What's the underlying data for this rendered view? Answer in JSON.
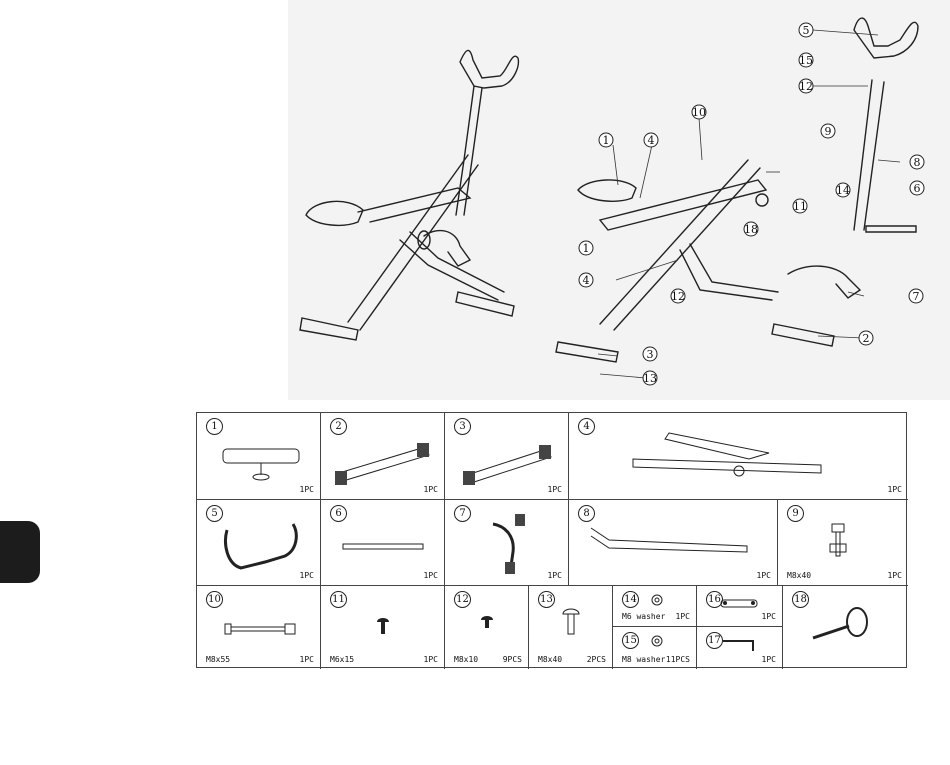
{
  "callouts": [
    "1",
    "2",
    "3",
    "4",
    "5",
    "6",
    "7",
    "8",
    "9",
    "10",
    "11",
    "12",
    "13",
    "14",
    "15",
    "16",
    "17",
    "18"
  ],
  "parts": [
    {
      "num": "1",
      "qty": "1PC",
      "spec": ""
    },
    {
      "num": "2",
      "qty": "1PC",
      "spec": ""
    },
    {
      "num": "3",
      "qty": "1PC",
      "spec": ""
    },
    {
      "num": "4",
      "qty": "1PC",
      "spec": ""
    },
    {
      "num": "5",
      "qty": "1PC",
      "spec": ""
    },
    {
      "num": "6",
      "qty": "1PC",
      "spec": ""
    },
    {
      "num": "7",
      "qty": "1PC",
      "spec": ""
    },
    {
      "num": "8",
      "qty": "1PC",
      "spec": ""
    },
    {
      "num": "9",
      "qty": "1PC",
      "spec": "M8x40"
    },
    {
      "num": "10",
      "qty": "1PC",
      "spec": "M8x55"
    },
    {
      "num": "11",
      "qty": "1PC",
      "spec": "M6x15"
    },
    {
      "num": "12",
      "qty": "9PCS",
      "spec": "M8x10"
    },
    {
      "num": "13",
      "qty": "2PCS",
      "spec": "M8x40"
    },
    {
      "num": "14",
      "qty": "1PC",
      "spec": "M6 washer"
    },
    {
      "num": "15",
      "qty": "11PCS",
      "spec": "M8 washer"
    },
    {
      "num": "16",
      "qty": "1PC",
      "spec": ""
    },
    {
      "num": "17",
      "qty": "1PC",
      "spec": ""
    },
    {
      "num": "18",
      "qty": "",
      "spec": ""
    }
  ]
}
